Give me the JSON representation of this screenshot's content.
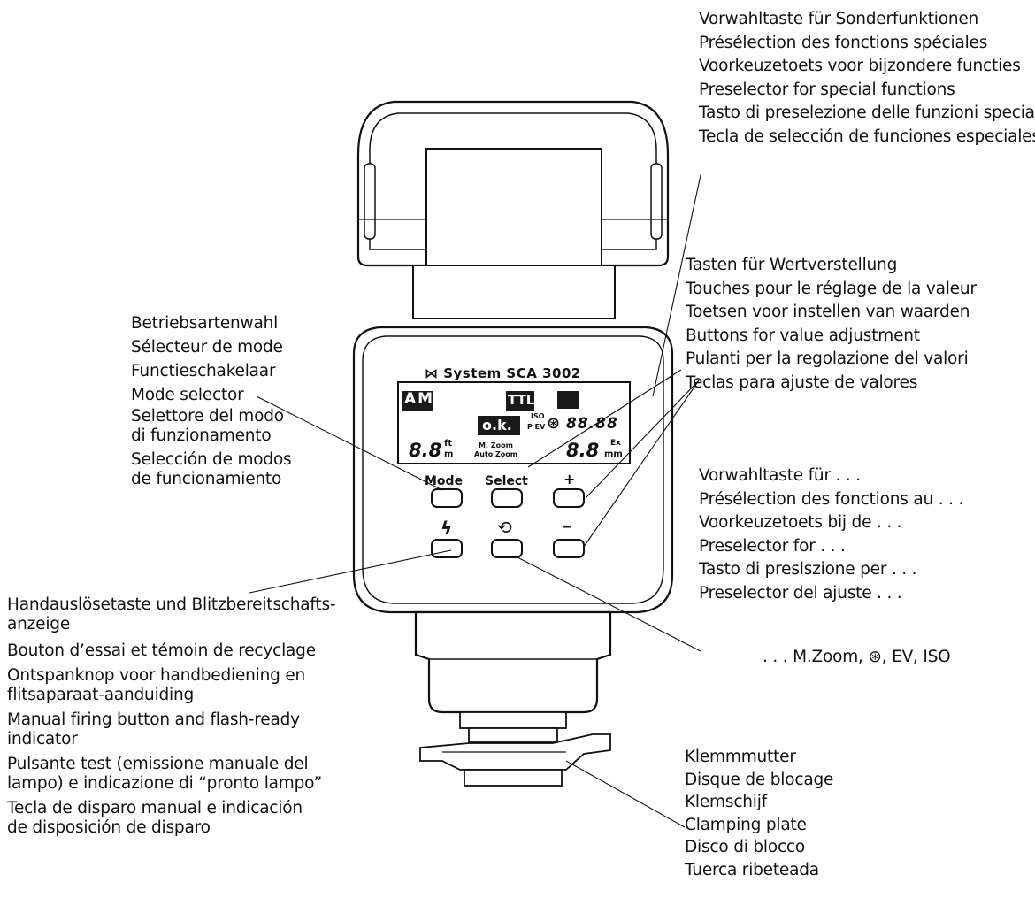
{
  "labels": {
    "special_functions": [
      "Vorwahltaste für Sonderfunktionen",
      "Présélection des fonctions spéciales",
      "Voorkeuzetoets voor bijzondere functies",
      "Preselector for special functions",
      "Tasto di preselezione delle funzioni speciali",
      "Tecla de selección de funciones especiales"
    ],
    "value_adjust": [
      "Tasten für Wertverstellung",
      "Touches pour le réglage de la valeur",
      "Toetsen voor instellen van waarden",
      "Buttons for value adjustment",
      "Pulanti per la regolazione del valori",
      "Teclas para ajuste de valores"
    ],
    "mode_selector": [
      "Betriebsartenwahl",
      "Sélecteur de mode",
      "Functieschakelaar",
      "Mode selector",
      "Selettore del modo",
      "di funzionamento",
      "Selección de modos",
      "de funcionamiento"
    ],
    "preselector": [
      "Vorwahltaste für . . .",
      "Présélection des fonctions au . . .",
      "Voorkeuzetoets bij de . . .",
      "Preselector for . . .",
      "Tasto di preslszione per . . .",
      "Preselector del ajuste . . ."
    ],
    "preselector_values": ". . . M.Zoom, ⊛, EV, ISO",
    "manual_firing": [
      "Handauslösetaste und Blitzbereitschafts-",
      "anzeige",
      "Bouton d’essai et témoin de recyclage",
      "Ontspanknop voor handbediening en",
      "flitsaparaat-aanduiding",
      "Manual firing button and flash-ready",
      "indicator",
      "Pulsante test (emissione manuale del",
      "lampo) e indicazione di “pronto lampo”",
      "Tecla de disparo manual e indicación",
      "de disposición de disparo"
    ],
    "clamping": [
      "Klemmmutter",
      "Disque de blocage",
      "Klemschijf",
      "Clamping plate",
      "Disco di blocco",
      "Tuerca ribeteada"
    ]
  },
  "device": {
    "brand": "⋈ System SCA 3002",
    "lcd": {
      "mode_am": "AM",
      "ttl": "TTL",
      "ok": "o.k.",
      "iso": "ISO",
      "p_ev": "P EV",
      "digits_top": "88.88",
      "digits_left": "8.8",
      "unit_ft": "ft",
      "unit_m": "m",
      "mzoom": "M. Zoom",
      "autozoom": "Auto Zoom",
      "digits_right": "8.8",
      "unit_ex": "Ex",
      "unit_mm": "mm"
    },
    "buttons": {
      "mode": "Mode",
      "select": "Select",
      "plus": "+",
      "minus": "–",
      "flash_symbol": "ϟ",
      "cycle_symbol": "⟲"
    }
  }
}
